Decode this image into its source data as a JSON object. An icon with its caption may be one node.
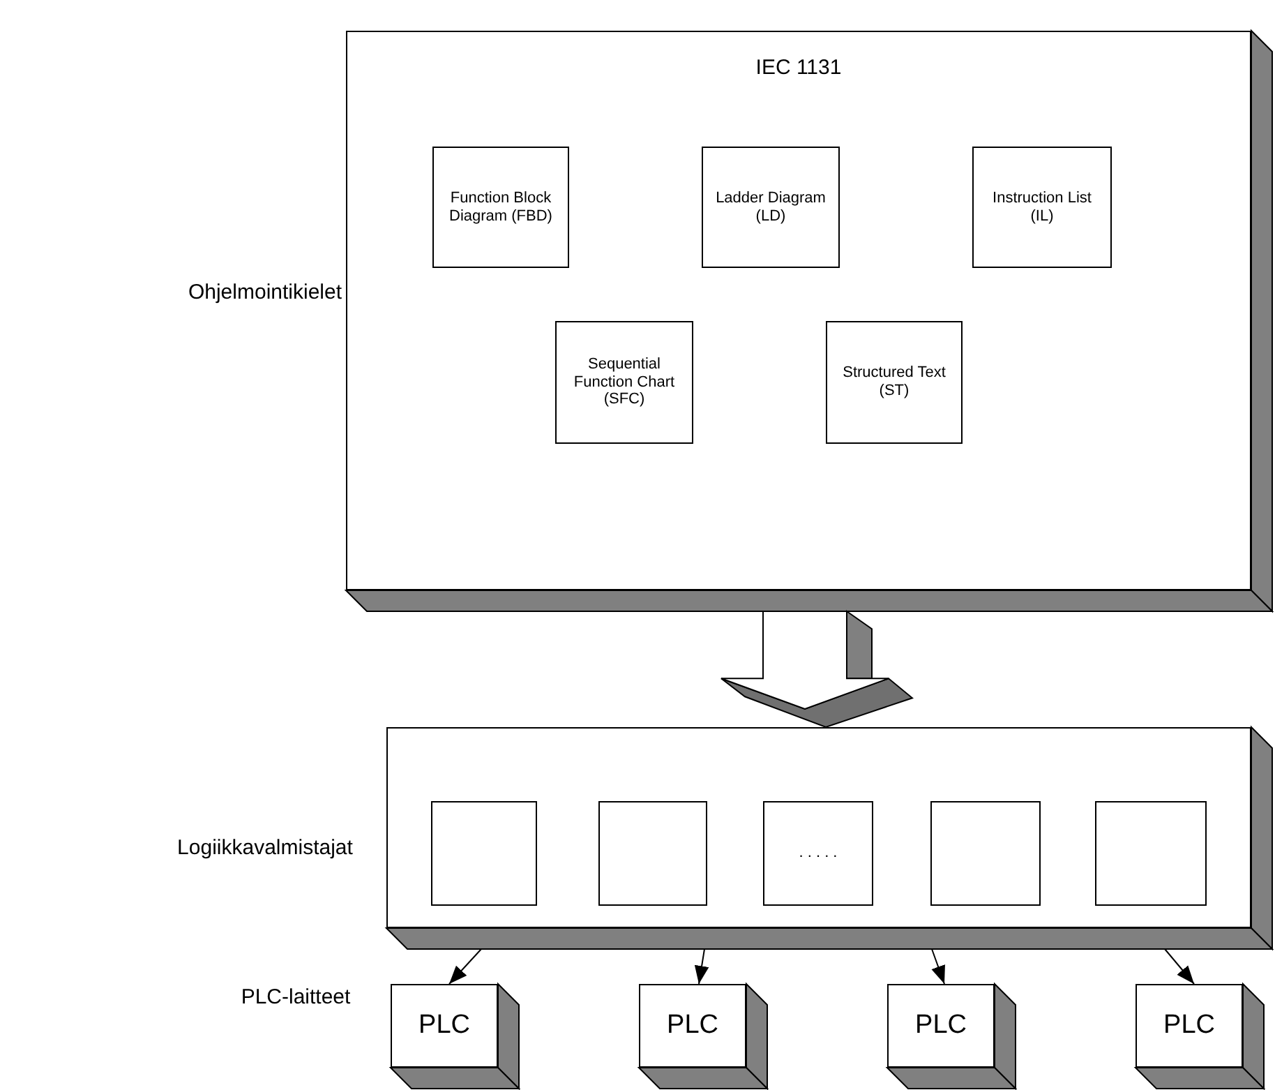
{
  "diagram": {
    "nodes": [
      {
        "text": [
          "IEC 1131"
        ]
      },
      {
        "text": [
          "Function Block Diagram (FBD)"
        ],
        "in": 0
      },
      {
        "text": [
          "Ladder Diagram (LD)"
        ],
        "in": 0
      },
      {
        "text": [
          "Instruction List (IL)"
        ],
        "in": 0
      },
      {
        "text": [
          "Sequential Function Chart (SFC)"
        ],
        "in": 0
      },
      {
        "text": [
          "Structured Text (ST)"
        ],
        "in": 0
      },
      {
        "text": [],
        "shape": "box"
      },
      {
        "text": [],
        "shape": "box",
        "in": 6
      },
      {
        "text": [],
        "shape": "box",
        "in": 6
      },
      {
        "text": [
          ". . . . ."
        ],
        "in": 6
      },
      {
        "text": [],
        "shape": "box",
        "in": 6
      },
      {
        "text": [],
        "shape": "box",
        "in": 6
      },
      {
        "text": [
          "PLC"
        ]
      },
      {
        "text": [
          "PLC"
        ]
      },
      {
        "text": [
          "PLC"
        ]
      },
      {
        "text": [
          "PLC"
        ]
      }
    ],
    "edges": [
      {
        "from": 0,
        "to": 6,
        "arrow": "to",
        "style": "thick"
      },
      {
        "from": 6,
        "to": 12,
        "arrow": "to"
      },
      {
        "from": 6,
        "to": 13,
        "arrow": "to"
      },
      {
        "from": 6,
        "to": 14,
        "arrow": "to"
      },
      {
        "from": 6,
        "to": 15,
        "arrow": "to"
      }
    ],
    "labels": [
      "Ohjelmointikielet",
      "Logiikkavalmistajat",
      "PLC-laitteet"
    ]
  }
}
